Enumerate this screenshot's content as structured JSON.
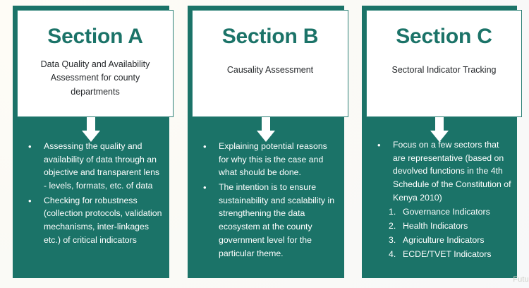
{
  "theme": {
    "teal": "#1b7368",
    "card_bg": "#ffffff",
    "page_bg": "#fbfaf6",
    "text_light": "#ffffff",
    "subtitle_color": "#25282b"
  },
  "watermark": {
    "text": "Futu"
  },
  "sections": [
    {
      "id": "section-a",
      "title": "Section A",
      "subtitle": "Data Quality and Availability Assessment for county departments",
      "arrow_icon": "down-arrow-icon",
      "bullets": [
        {
          "mark": "•",
          "text": "Assessing the quality and availability of data through an objective and transparent lens - levels, formats, etc. of data",
          "sub_items": []
        },
        {
          "mark": "•",
          "text": "Checking for robustness (collection protocols, validation mechanisms, inter-linkages etc.) of critical indicators",
          "sub_items": []
        }
      ]
    },
    {
      "id": "section-b",
      "title": "Section B",
      "subtitle": "Causality Assessment",
      "arrow_icon": "down-arrow-icon",
      "bullets": [
        {
          "mark": "•",
          "text": "Explaining potential reasons for why this is the case and what should be done.",
          "sub_items": []
        },
        {
          "mark": "•",
          "text": "The intention is to ensure sustainability and scalability in strengthening the data ecosystem at the county government level for the particular theme.",
          "sub_items": []
        }
      ]
    },
    {
      "id": "section-c",
      "title": "Section C",
      "subtitle": "Sectoral Indicator Tracking",
      "arrow_icon": "down-arrow-icon",
      "bullets": [
        {
          "mark": "•",
          "text": "Focus on a few sectors that are representative (based on devolved functions in the 4th Schedule of the Constitution of Kenya 2010)",
          "sub_items": [
            {
              "num": "1.",
              "text": "Governance Indicators"
            },
            {
              "num": "2.",
              "text": "Health Indicators"
            },
            {
              "num": "3.",
              "text": "Agriculture Indicators"
            },
            {
              "num": "4.",
              "text": "ECDE/TVET Indicators"
            }
          ]
        }
      ]
    }
  ]
}
